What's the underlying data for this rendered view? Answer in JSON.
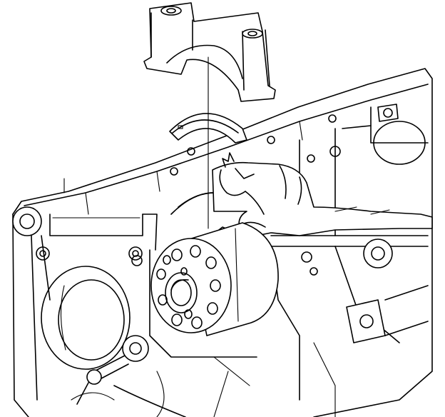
{
  "figure": {
    "kind": "line-art technical illustration",
    "parts": [
      "main-bearing-cap",
      "upper-bearing-shell",
      "engine-block",
      "crankshaft-journal",
      "plastigage-strip",
      "technician-hand"
    ],
    "colors": {
      "stroke": "#000000",
      "background": "#ffffff"
    }
  }
}
